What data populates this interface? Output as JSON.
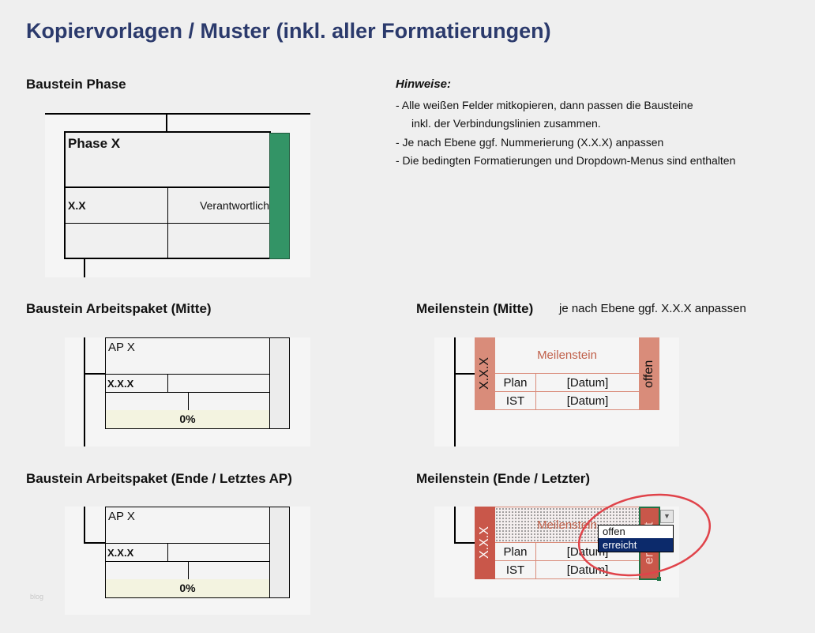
{
  "title": "Kopiervorlagen / Muster (inkl. aller Formatierungen)",
  "phase": {
    "heading": "Baustein Phase",
    "name": "Phase X",
    "number": "X.X",
    "owner": "Verantwortlich",
    "status_color": "#339466"
  },
  "notes": {
    "heading": "Hinweise:",
    "items": [
      "-  Alle weißen Felder mitkopieren, dann passen die Bausteine",
      "inkl. der Verbindungslinien zusammen.",
      "-  Je nach Ebene ggf. Nummerierung (X.X.X) anpassen",
      "-  Die bedingten Formatierungen und Dropdown-Menus sind enthalten"
    ]
  },
  "ap_mid": {
    "heading": "Baustein Arbeitspaket (Mitte)",
    "name": "AP X",
    "number": "X.X.X",
    "progress": "0%"
  },
  "ap_end": {
    "heading": "Baustein Arbeitspaket (Ende / Letztes AP)",
    "name": "AP X",
    "number": "X.X.X",
    "progress": "0%"
  },
  "ms_mid": {
    "heading": "Meilenstein  (Mitte)",
    "hint": "je nach Ebene ggf. X.X.X anpassen",
    "number": "X.X.X",
    "name": "Meilenstein",
    "plan": "Plan",
    "ist": "IST",
    "plan_date": "[Datum]",
    "ist_date": "[Datum]",
    "status": "offen",
    "color": "#d98c7a"
  },
  "ms_end": {
    "heading": "Meilenstein (Ende / Letzter)",
    "number": "X.X.X",
    "name": "Meilenstein",
    "plan": "Plan",
    "ist": "IST",
    "plan_date": "[Datum]",
    "ist_date": "[Datum]",
    "status": "erreicht",
    "color": "#c9574a"
  },
  "dropdown": {
    "options": [
      "offen",
      "erreicht"
    ],
    "selected": "erreicht"
  },
  "watermark": "blog"
}
